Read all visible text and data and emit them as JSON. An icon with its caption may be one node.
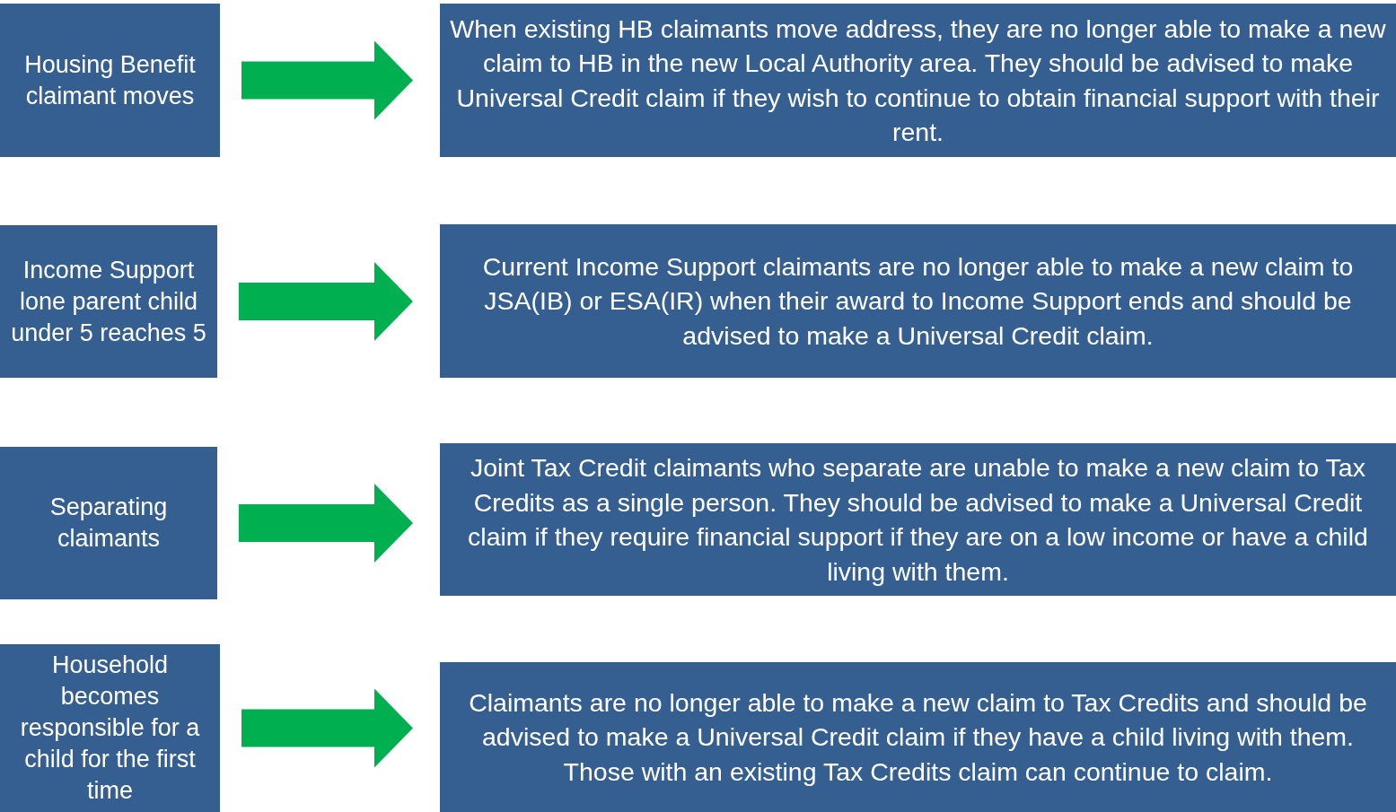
{
  "diagram": {
    "nodes": [
      {
        "text": [
          "Housing Benefit claimant moves"
        ]
      },
      {
        "text": [
          "When existing HB claimants move address, they are no longer able to make a new claim to HB in the new Local Authority area. They should be advised to make Universal Credit claim if they wish to continue to obtain financial support with their rent."
        ]
      },
      {
        "text": [
          "Income Support lone parent child under 5 reaches 5"
        ]
      },
      {
        "text": [
          "Current Income Support claimants are no longer able to make a new claim to JSA(IB) or ESA(IR) when their award to Income Support ends and should be advised to make a Universal Credit claim."
        ]
      },
      {
        "text": [
          "Separating claimants"
        ]
      },
      {
        "text": [
          "Joint Tax Credit claimants who separate are unable to make a new claim to Tax Credits as a single person. They should be advised to make a Universal Credit claim if they require financial support if they are on a low income or have a child living with them."
        ]
      },
      {
        "text": [
          "Household becomes responsible for a child for the first time"
        ]
      },
      {
        "text": [
          "Claimants are no longer able to make a new claim to Tax Credits and should be advised to make a Universal Credit claim if they have a child living with them. Those with an existing Tax Credits claim can continue to claim."
        ]
      }
    ],
    "edges": [
      {
        "from": 0,
        "to": 1,
        "arrow": "to"
      },
      {
        "from": 2,
        "to": 3,
        "arrow": "to"
      },
      {
        "from": 4,
        "to": 5,
        "arrow": "to"
      },
      {
        "from": 6,
        "to": 7,
        "arrow": "to"
      }
    ]
  }
}
